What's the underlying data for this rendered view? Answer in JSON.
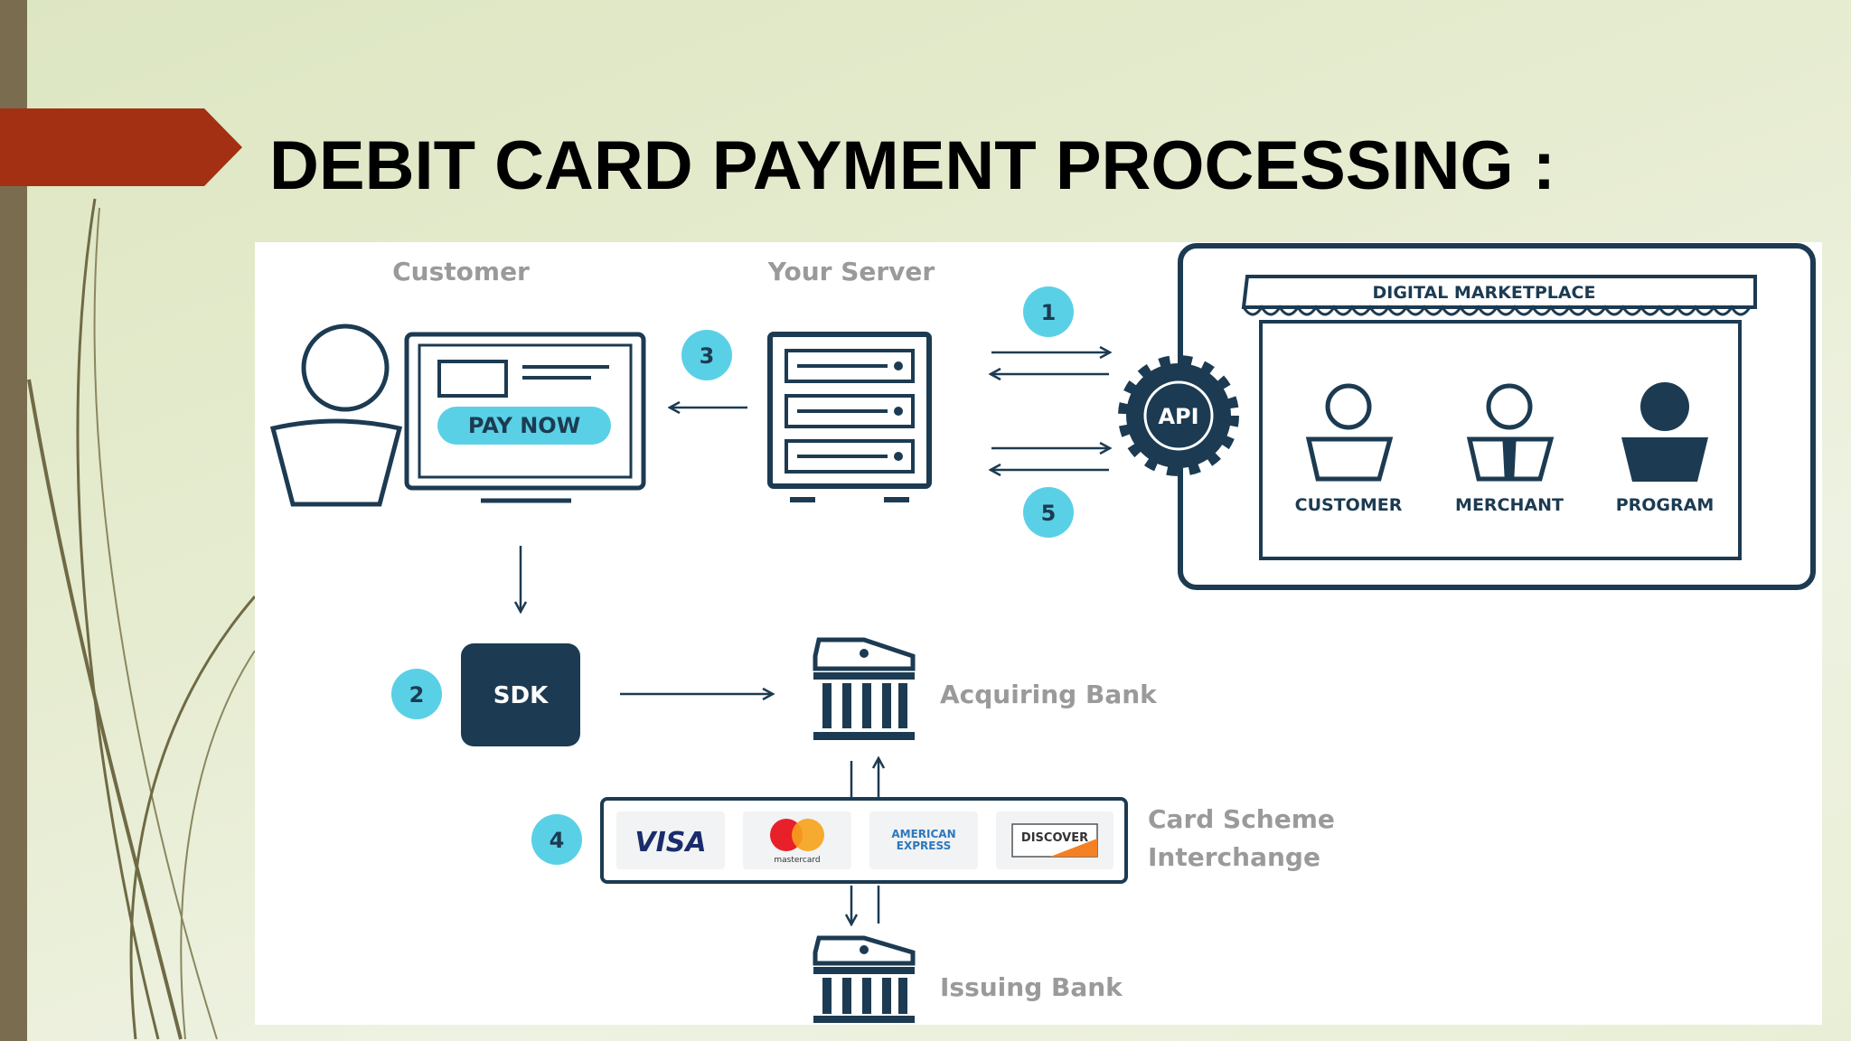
{
  "slide": {
    "title": "DEBIT CARD PAYMENT PROCESSING :"
  },
  "diagram": {
    "customer_label": "Customer",
    "server_label": "Your Server",
    "pay_now": "PAY NOW",
    "api": "API",
    "marketplace": {
      "title": "DIGITAL MARKETPLACE",
      "roles": [
        "CUSTOMER",
        "MERCHANT",
        "PROGRAM"
      ]
    },
    "sdk": "SDK",
    "acquiring_bank": "Acquiring Bank",
    "card_scheme_line1": "Card Scheme",
    "card_scheme_line2": "Interchange",
    "issuing_bank": "Issuing Bank",
    "steps": [
      "1",
      "2",
      "3",
      "4",
      "5"
    ],
    "card_logos": {
      "visa": "VISA",
      "mastercard": "mastercard",
      "amex_line1": "AMERICAN",
      "amex_line2": "EXPRESS",
      "discover": "DISCOVER"
    },
    "colors": {
      "navy": "#1c3b52",
      "cyan": "#5ad0e6",
      "accent_tab": "#a43014",
      "label_grey": "#9a9a9a"
    }
  }
}
